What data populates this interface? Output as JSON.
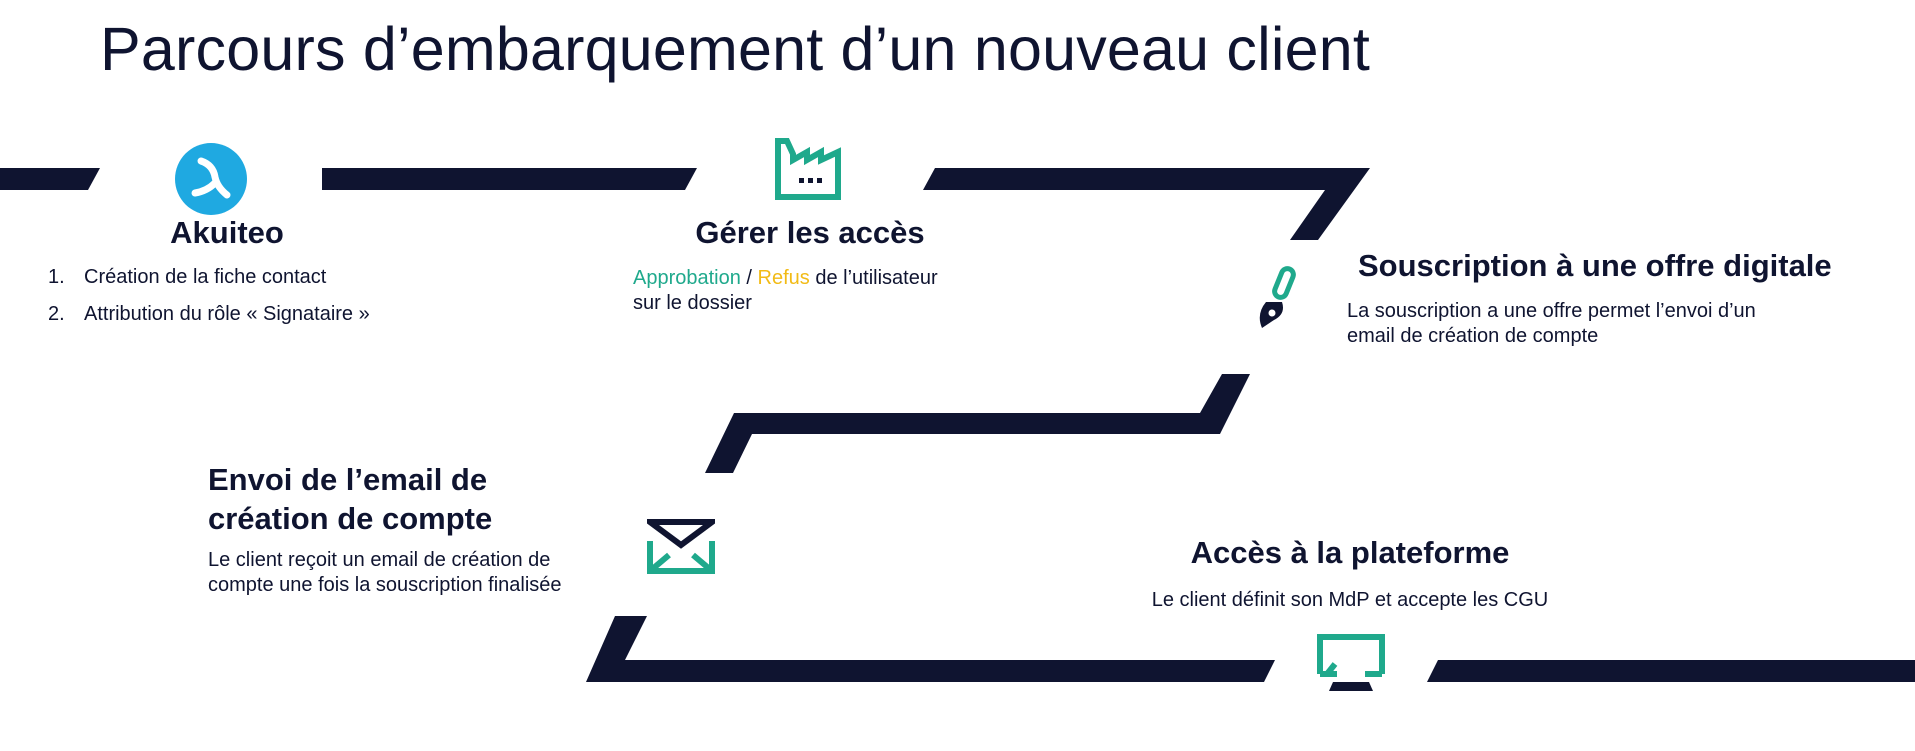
{
  "page": {
    "title": "Parcours d’embarquement d’un nouveau client"
  },
  "colors": {
    "navy": "#0f1430",
    "green": "#1fa98c",
    "yellow": "#f2bb16",
    "akuiteo_blue": "#1fa9e1"
  },
  "steps": {
    "akuiteo": {
      "icon": "akuiteo-logo-icon",
      "heading": "Akuiteo",
      "items": [
        {
          "num": "1.",
          "text": "Création de la fiche contact"
        },
        {
          "num": "2.",
          "text": "Attribution du rôle « Signataire »"
        }
      ]
    },
    "access": {
      "icon": "factory-icon",
      "heading": "Gérer les accès",
      "approval": "Approbation",
      "separator": " / ",
      "refusal": "Refus",
      "rest_line1": " de l’utilisateur",
      "rest_line2": "sur le dossier"
    },
    "subscription": {
      "icon": "pen-nib-icon",
      "heading": "Souscription à une offre digitale",
      "line1": "La souscription a une offre permet l’envoi d’un",
      "line2": "email de création de compte"
    },
    "email": {
      "icon": "envelope-icon",
      "heading_line1": "Envoi de l’email de",
      "heading_line2": "création de compte",
      "line1": "Le client reçoit un email de création de",
      "line2": "compte une fois la souscription finalisée"
    },
    "platform": {
      "icon": "monitor-icon",
      "heading": "Accès à la plateforme",
      "line1": "Le client définit son MdP et accepte les CGU"
    }
  }
}
